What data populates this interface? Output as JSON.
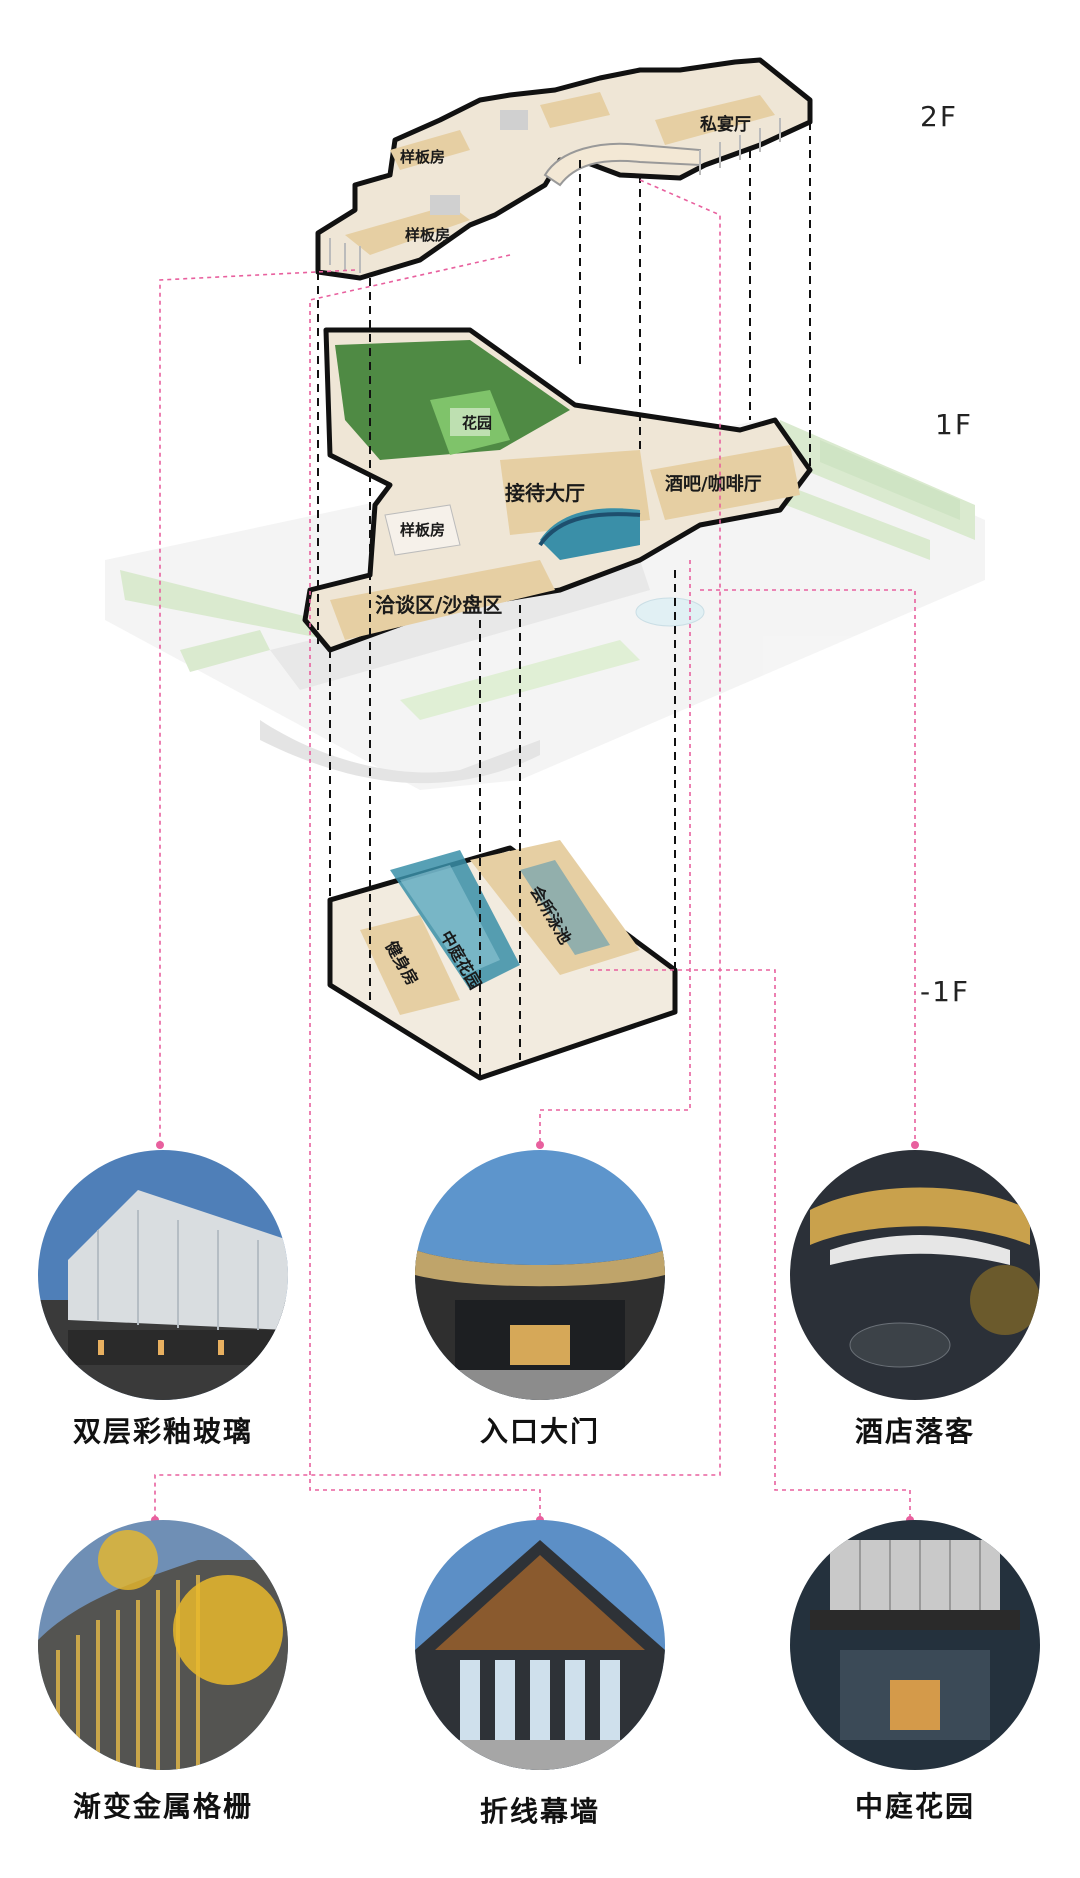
{
  "floors": [
    {
      "id": "2F",
      "label": "2F"
    },
    {
      "id": "1F",
      "label": "1F"
    },
    {
      "id": "-1F",
      "label": "-1F"
    }
  ],
  "rooms": {
    "f2_dressing_1": "样板房",
    "f2_dressing_2": "样板房",
    "f2_private_dining": "私宴厅",
    "f1_garden": "花园",
    "f1_reception": "接待大厅",
    "f1_bar_cafe": "酒吧/咖啡厅",
    "f1_dressing": "样板房",
    "f1_lounge": "洽谈区/沙盘区",
    "b1_courtyard": "中庭花园",
    "b1_pool": "会所泳池",
    "b1_gym": "健身房"
  },
  "photos": [
    {
      "id": "double-glazing",
      "caption": "双层彩釉玻璃"
    },
    {
      "id": "entrance",
      "caption": "入口大门"
    },
    {
      "id": "hotel-dropoff",
      "caption": "酒店落客"
    },
    {
      "id": "metal-grille",
      "caption": "渐变金属格栅"
    },
    {
      "id": "folded-curtain-wall",
      "caption": "折线幕墙"
    },
    {
      "id": "courtyard-garden",
      "caption": "中庭花园"
    }
  ],
  "colors": {
    "leader_line": "#e8609e",
    "outline": "#111111",
    "floor_wood": "#e9d6b3",
    "garden_green": "#4f8a44",
    "pool_blue": "#3a8fa8",
    "site_grey": "#d9d9d9",
    "site_green": "#bcd9a8"
  }
}
